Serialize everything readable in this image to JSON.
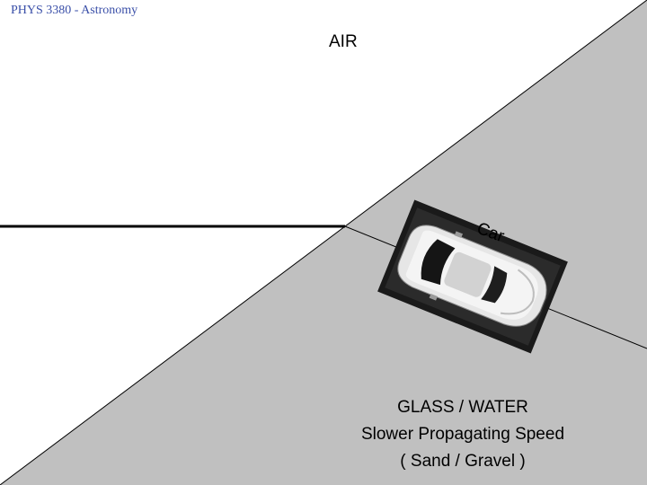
{
  "header": {
    "course": "PHYS 3380 - Astronomy"
  },
  "labels": {
    "air": "AIR",
    "car": "Car",
    "medium_line1": "GLASS / WATER",
    "medium_line2": "Slower Propagating Speed",
    "medium_line3": "( Sand / Gravel )"
  },
  "colors": {
    "medium_fill": "#c0c0c0",
    "header_text": "#3a4fa8",
    "line": "#000000"
  }
}
